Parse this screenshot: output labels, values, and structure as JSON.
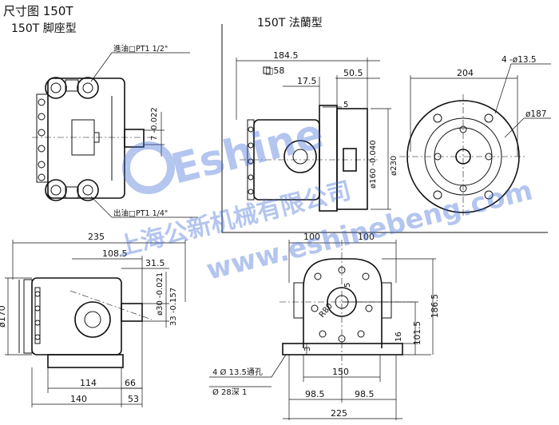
{
  "title": {
    "main": "尺寸图 150T",
    "foot_type": "150T 脚座型",
    "flange_type": "150T 法蘭型"
  },
  "ports": {
    "inlet": "進油□PT1 1/2\"",
    "outlet": "出油□PT1 1/4\""
  },
  "foot_dims": {
    "d235": "235",
    "d108_5": "108.5",
    "d31_5": "31.5",
    "d30": "ø30 -0.021",
    "d33": "33 -0.157",
    "d170": "ø170",
    "d114": "114",
    "d66": "66",
    "d140": "140",
    "d53": "53",
    "d7": "7 -0.022",
    "d100a": "100",
    "d100b": "100",
    "r80": "R80",
    "d5": "5",
    "d3": "3",
    "d16": "16",
    "d101_5": "101.5",
    "d186_5": "186.5",
    "d150": "150",
    "d98_5a": "98.5",
    "d98_5b": "98.5",
    "d225": "225",
    "holes": "4 Ø 13.5通孔",
    "counterbore": "Ø 28深 1"
  },
  "flange_dims": {
    "d184_5": "184.5",
    "sq58": "□58",
    "d17_5": "17.5",
    "d50_5": "50.5",
    "d5": "5",
    "d160": "ø160 -0.040",
    "d230": "ø230",
    "d204": "204",
    "holes": "4 -ø13.5",
    "d187": "ø187"
  },
  "watermark": {
    "brand": "Eshine",
    "cn": "上海公新机械有限公司",
    "url": "www.eshinebeng.com"
  }
}
